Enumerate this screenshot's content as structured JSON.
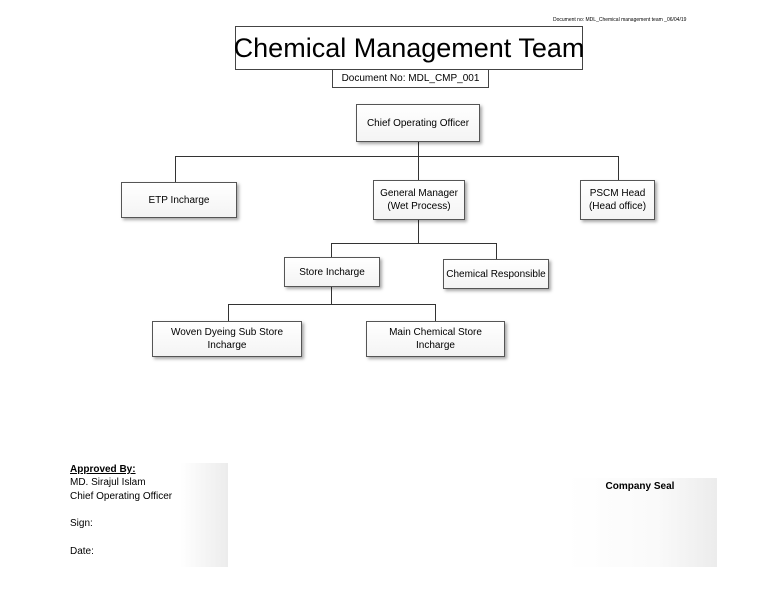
{
  "header": {
    "doc_reference": "Document no: MDL_Chemical management team _06/04/19",
    "title": "Chemical Management Team",
    "document_no": "Document No: MDL_CMP_001"
  },
  "org_chart": {
    "coo": "Chief Operating Officer",
    "etp": "ETP Incharge",
    "gm_line1": "General Manager",
    "gm_line2": "(Wet Process)",
    "pscm_line1": "PSCM Head",
    "pscm_line2": "(Head office)",
    "store": "Store Incharge",
    "chemical_responsible": "Chemical Responsible",
    "woven_line1": "Woven Dyeing Sub Store",
    "woven_line2": "Incharge",
    "main_line1": "Main Chemical Store",
    "main_line2": "Incharge"
  },
  "approval": {
    "heading": "Approved By:",
    "name": "MD. Sirajul Islam",
    "designation": "Chief Operating Officer",
    "sign_label": "Sign:",
    "date_label": "Date:"
  },
  "seal": {
    "label": "Company Seal"
  }
}
